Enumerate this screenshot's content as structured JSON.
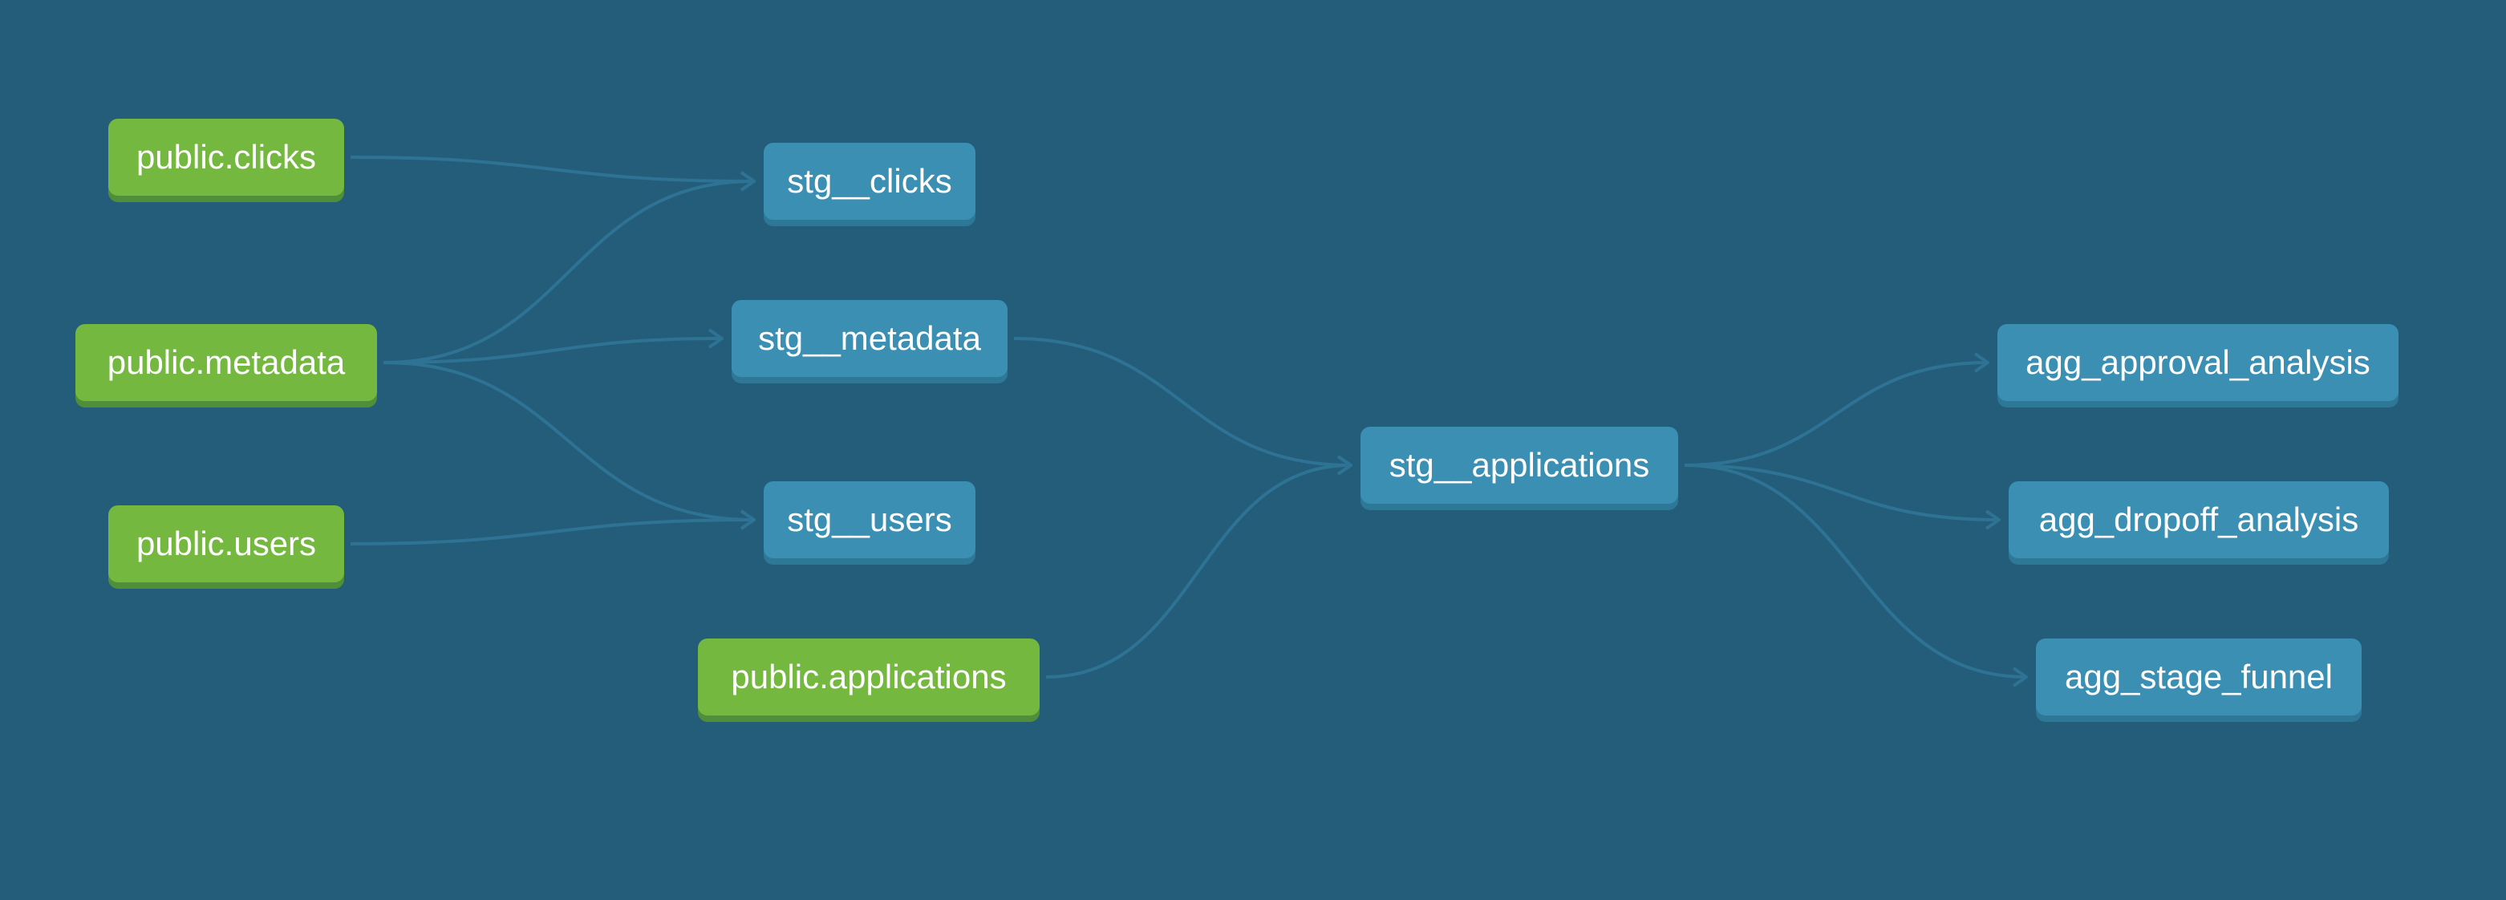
{
  "colors": {
    "background": "#245d7a",
    "source_node": "#74b840",
    "model_node": "#3a8fb3",
    "edge": "#2e7393"
  },
  "nodes": {
    "public_clicks": "public.clicks",
    "public_metadata": "public.metadata",
    "public_users": "public.users",
    "public_applications": "public.applications",
    "stg_clicks": "stg__clicks",
    "stg_metadata": "stg__metadata",
    "stg_users": "stg__users",
    "stg_applications": "stg__applications",
    "agg_approval_analysis": "agg_approval_analysis",
    "agg_dropoff_analysis": "agg_dropoff_analysis",
    "agg_stage_funnel": "agg_stage_funnel"
  },
  "edges": [
    [
      "public_clicks",
      "stg_clicks"
    ],
    [
      "public_metadata",
      "stg_clicks"
    ],
    [
      "public_metadata",
      "stg_metadata"
    ],
    [
      "public_metadata",
      "stg_users"
    ],
    [
      "public_users",
      "stg_users"
    ],
    [
      "stg_metadata",
      "stg_applications"
    ],
    [
      "public_applications",
      "stg_applications"
    ],
    [
      "stg_applications",
      "agg_approval_analysis"
    ],
    [
      "stg_applications",
      "agg_dropoff_analysis"
    ],
    [
      "stg_applications",
      "agg_stage_funnel"
    ]
  ]
}
